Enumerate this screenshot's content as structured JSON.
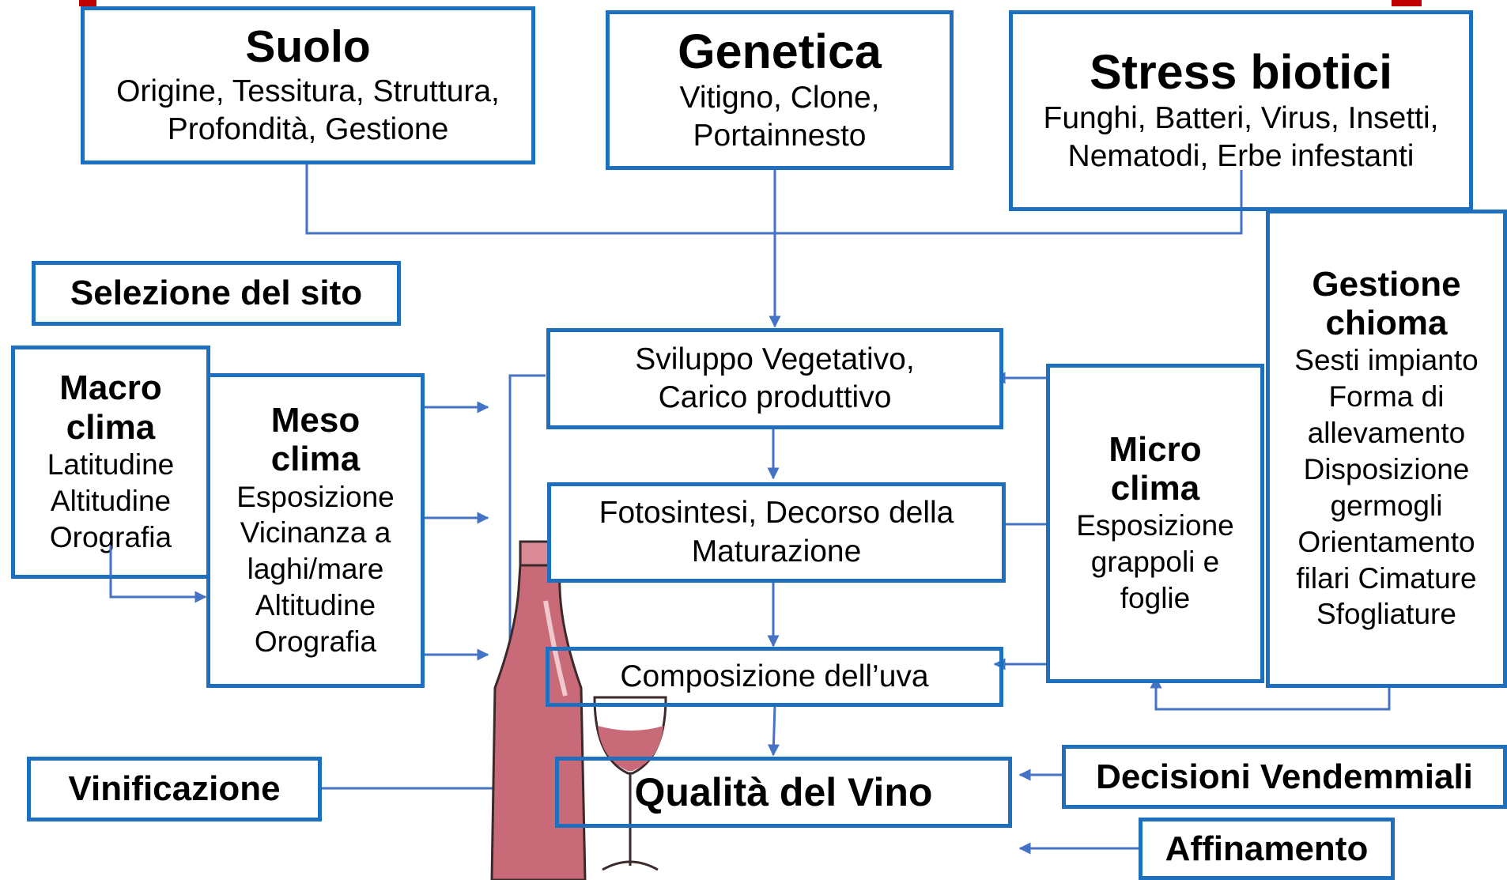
{
  "colors": {
    "box_border": "#1f6fbf",
    "connector": "#4472c4",
    "header_text": "#c00000",
    "wine": "#c86a78"
  },
  "nodes": {
    "suolo": {
      "title": "Suolo",
      "desc": "Origine, Tessitura, Struttura, Profondità, Gestione"
    },
    "genetica": {
      "title": "Genetica",
      "desc": "Vitigno, Clone, Portainnesto"
    },
    "stress": {
      "title": "Stress biotici",
      "desc": "Funghi, Batteri, Virus, Insetti,  Nematodi, Erbe infestanti"
    },
    "selezione": {
      "title": "Selezione del sito"
    },
    "macro": {
      "title": "Macro clima",
      "desc": "Latitudine Altitudine Orografia"
    },
    "meso": {
      "title": "Meso clima",
      "desc": "Esposizione Vicinanza a laghi/mare Altitudine Orografia"
    },
    "sviluppo": {
      "desc": "Sviluppo Vegetativo, Carico produttivo"
    },
    "fotosintesi": {
      "desc": "Fotosintesi, Decorso della Maturazione"
    },
    "composizione": {
      "desc": "Composizione dell’uva"
    },
    "qualita": {
      "title": "Qualità del Vino"
    },
    "micro": {
      "title": "Micro clima",
      "desc": "Esposizione grappoli e foglie"
    },
    "gestione": {
      "title": "Gestione chioma",
      "desc": "Sesti impianto Forma di allevamento Disposizione germogli Orientamento filari Cimature Sfogliature"
    },
    "vinificazione": {
      "title": "Vinificazione"
    },
    "decisioni": {
      "title": "Decisioni Vendemmiali"
    },
    "affinamento": {
      "title": "Affinamento"
    }
  },
  "icons": [
    "wine-bottle-icon",
    "wine-glass-icon"
  ]
}
